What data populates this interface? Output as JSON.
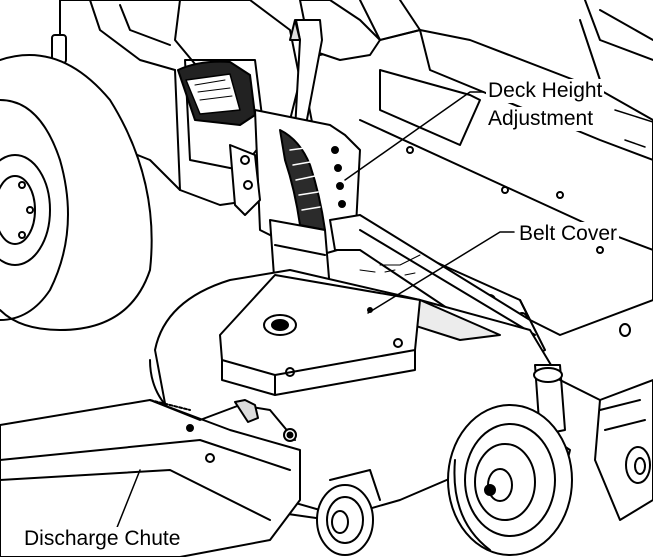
{
  "labels": {
    "deck_height_line1": "Deck Height",
    "deck_height_line2": "Adjustment",
    "belt_cover": "Belt Cover",
    "discharge_chute": "Discharge Chute"
  },
  "colors": {
    "ink": "#000000",
    "paper": "#ffffff",
    "shade": "#d9d9d9",
    "dark_fill": "#2b2b2b"
  }
}
